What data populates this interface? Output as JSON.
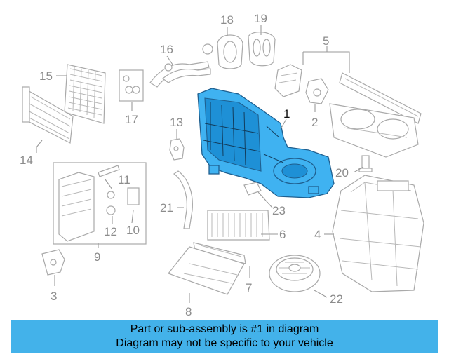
{
  "diagram": {
    "callouts": [
      {
        "id": "1",
        "label": "1"
      },
      {
        "id": "2",
        "label": "2"
      },
      {
        "id": "3",
        "label": "3"
      },
      {
        "id": "4",
        "label": "4"
      },
      {
        "id": "5",
        "label": "5"
      },
      {
        "id": "6",
        "label": "6"
      },
      {
        "id": "7",
        "label": "7"
      },
      {
        "id": "8",
        "label": "8"
      },
      {
        "id": "9",
        "label": "9"
      },
      {
        "id": "10",
        "label": "10"
      },
      {
        "id": "11",
        "label": "11"
      },
      {
        "id": "12",
        "label": "12"
      },
      {
        "id": "13",
        "label": "13"
      },
      {
        "id": "14",
        "label": "14"
      },
      {
        "id": "15",
        "label": "15"
      },
      {
        "id": "16",
        "label": "16"
      },
      {
        "id": "17",
        "label": "17"
      },
      {
        "id": "18",
        "label": "18"
      },
      {
        "id": "19",
        "label": "19"
      },
      {
        "id": "20",
        "label": "20"
      },
      {
        "id": "21",
        "label": "21"
      },
      {
        "id": "22",
        "label": "22"
      },
      {
        "id": "23",
        "label": "23"
      }
    ],
    "highlighted_part": "1"
  },
  "banner": {
    "line1": "Part or sub-assembly is #1 in diagram",
    "line2": "Diagram may not be specific to your vehicle"
  },
  "colors": {
    "highlight": "#3fb2f1",
    "banner": "#43b2ea",
    "part_outline": "#a9a9a9"
  }
}
